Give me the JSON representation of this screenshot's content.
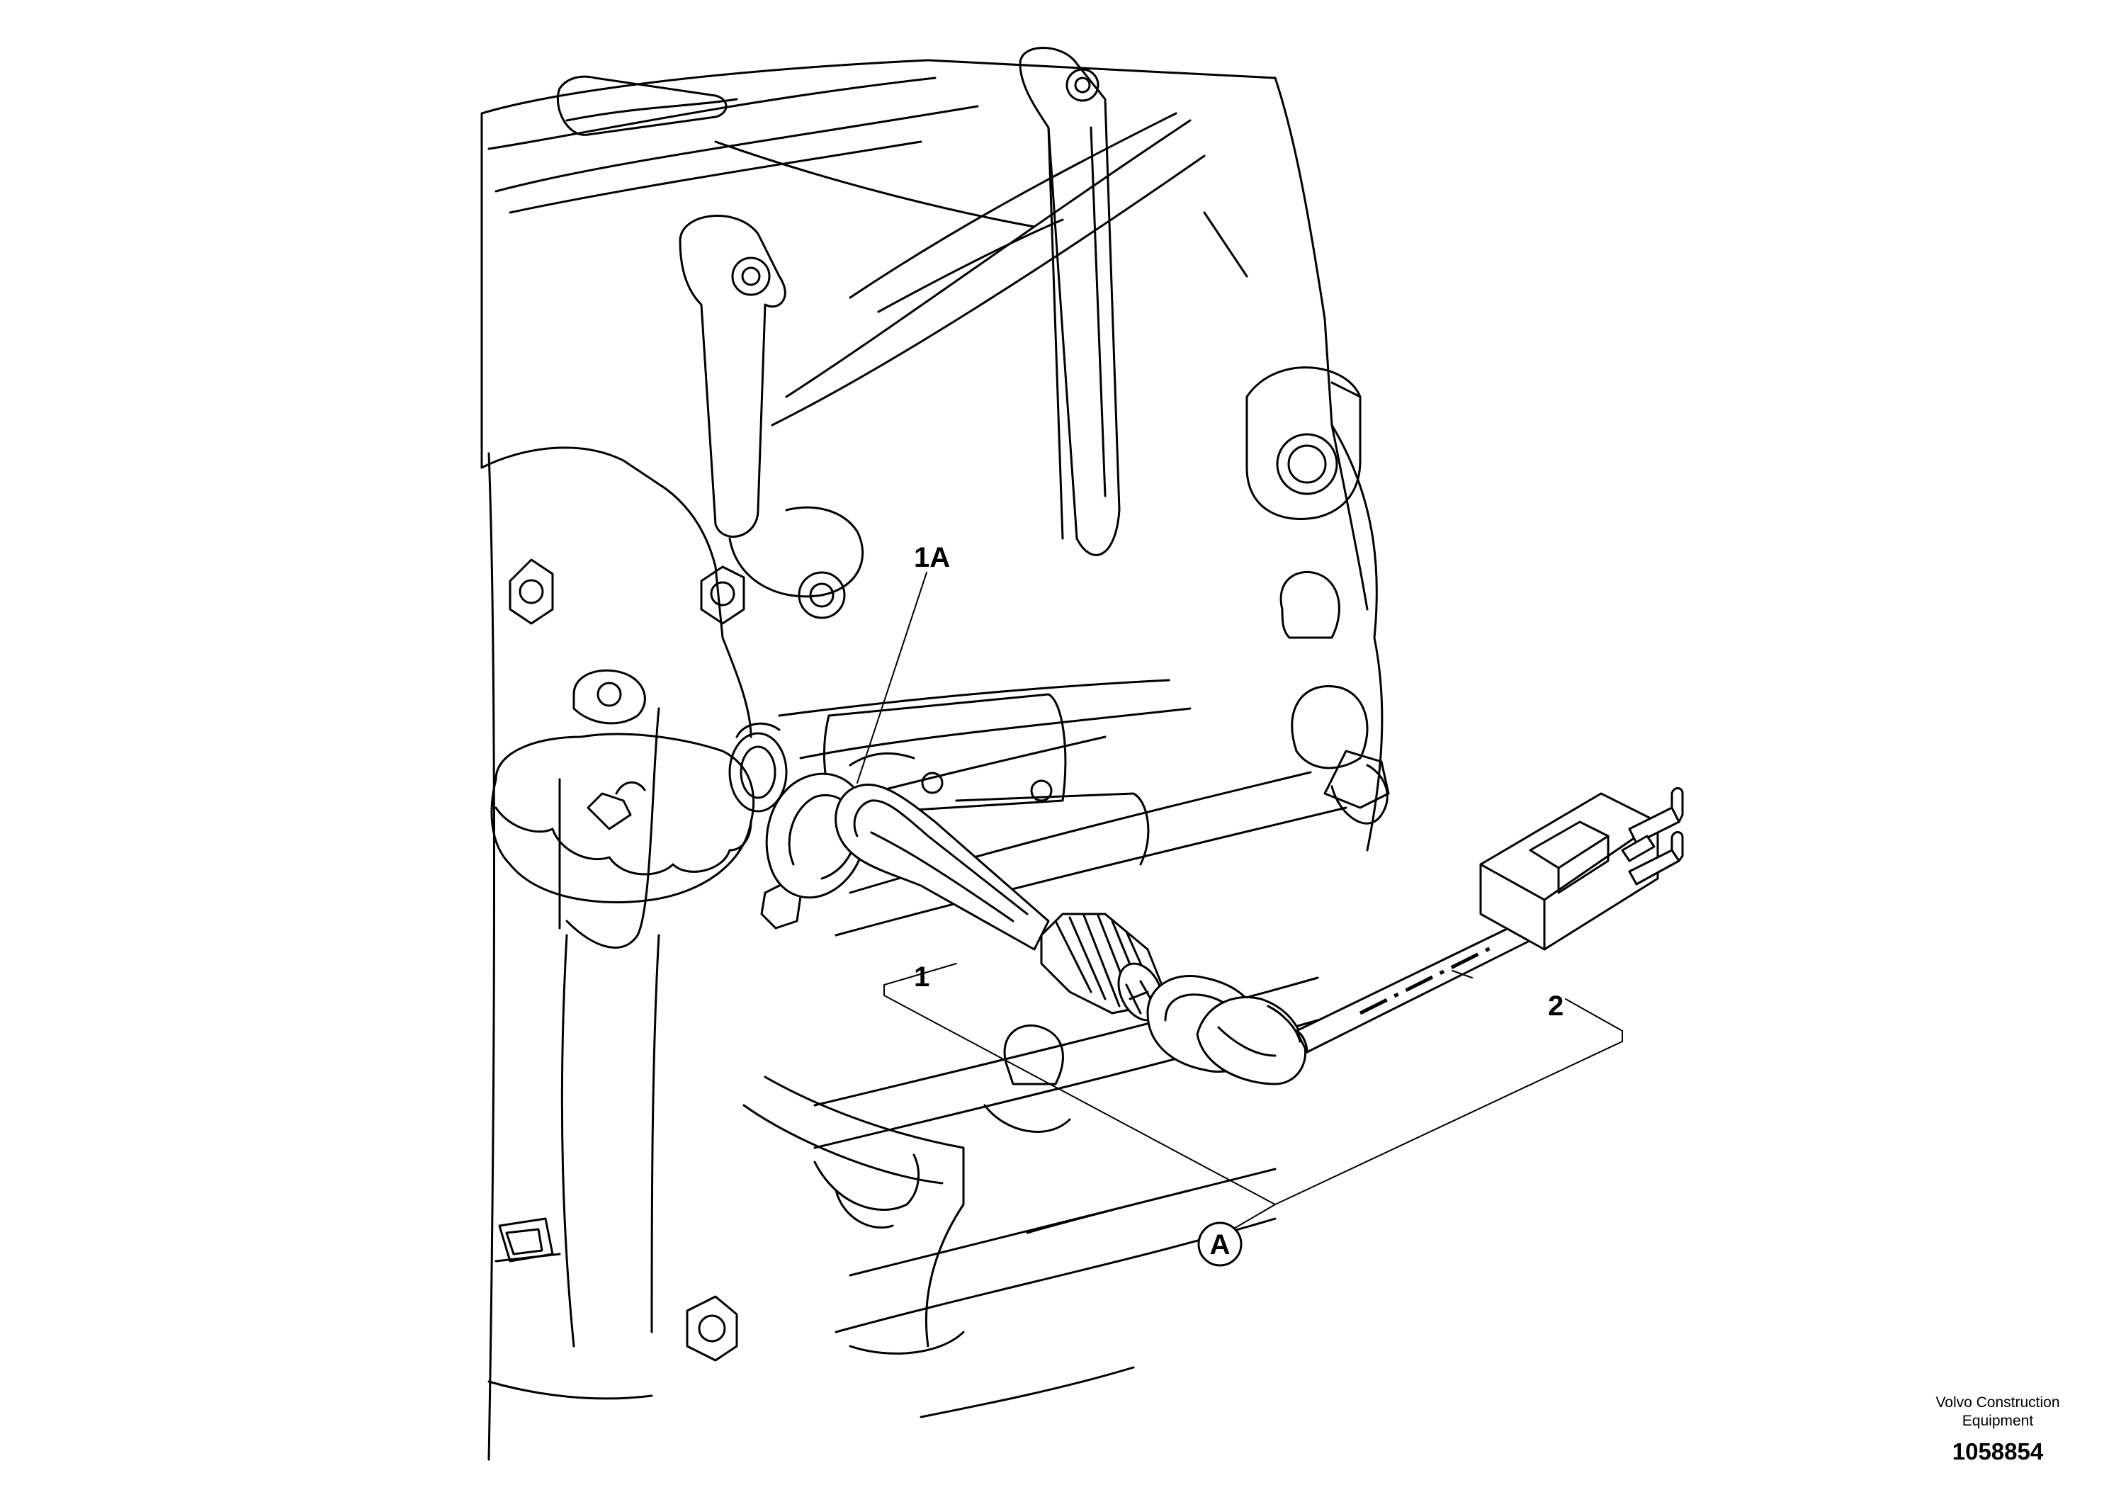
{
  "callouts": {
    "part_1a": "1A",
    "part_1": "1",
    "part_2": "2",
    "assembly_a": "A"
  },
  "footer": {
    "company_line1": "Volvo Construction",
    "company_line2": "Equipment",
    "figure_number": "1058854"
  }
}
